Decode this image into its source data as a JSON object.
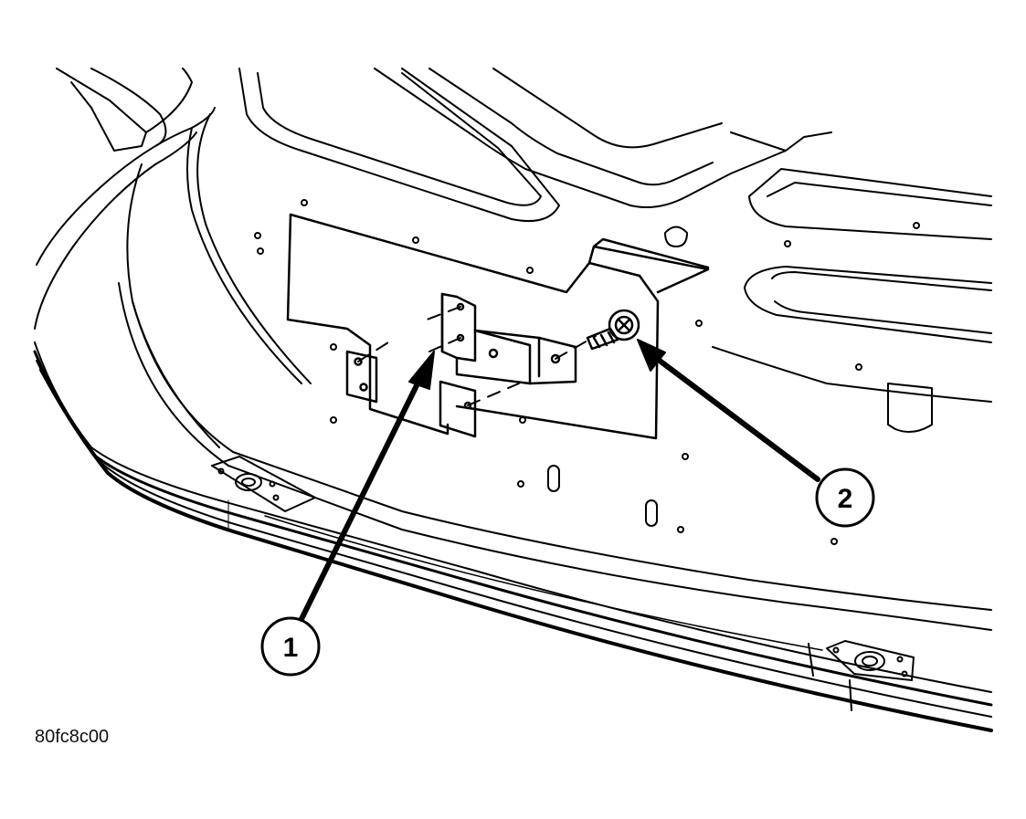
{
  "figure": {
    "caption": "80fc8c00"
  },
  "callouts": [
    {
      "number": "1",
      "part": "license-plate-bracket"
    },
    {
      "number": "2",
      "part": "mounting-screw"
    }
  ]
}
